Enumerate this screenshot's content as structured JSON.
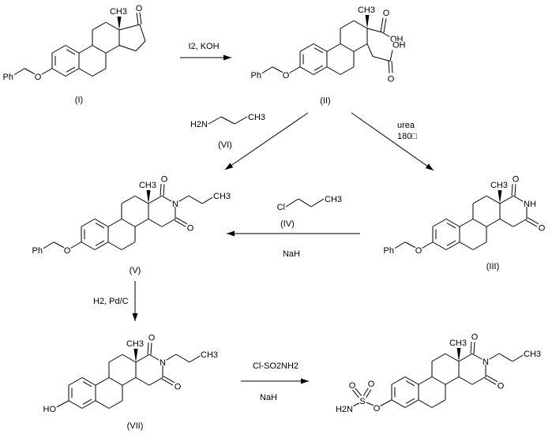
{
  "compounds": {
    "I": {
      "label": "(I)",
      "substituent": "Ph",
      "ether_o": "O",
      "methyl": "CH3",
      "keto_o": "O"
    },
    "II": {
      "label": "(II)",
      "substituent": "Ph",
      "ether_o": "O",
      "methyl": "CH3",
      "acid1_o": "O",
      "acid1_oh": "OH",
      "acid2_oh": "OH",
      "acid2_o": "O"
    },
    "III": {
      "label": "(III)",
      "substituent": "Ph",
      "ether_o": "O",
      "methyl": "CH3",
      "imide_o1": "O",
      "nh": "NH",
      "imide_o2": "O"
    },
    "V": {
      "label": "(V)",
      "substituent": "Ph",
      "ether_o": "O",
      "methyl": "CH3",
      "imide_o1": "O",
      "n": "N",
      "imide_o2": "O",
      "propyl_ch3": "CH3"
    },
    "VII": {
      "label": "(VII)",
      "hydroxy": "HO",
      "methyl": "CH3",
      "imide_o1": "O",
      "n": "N",
      "imide_o2": "O",
      "propyl_ch3": "CH3"
    },
    "product": {
      "amine": "H2N",
      "sulfur": "S",
      "s_o1": "O",
      "s_o2": "O",
      "ester_o": "O",
      "methyl": "CH3",
      "imide_o1": "O",
      "n": "N",
      "imide_o2": "O",
      "propyl_ch3": "CH3"
    }
  },
  "reagents": {
    "VI": {
      "amine": "H2N",
      "ch3": "CH3",
      "label": "(VI)"
    },
    "IV": {
      "cl": "Cl",
      "ch3": "CH3",
      "label": "(IV)"
    }
  },
  "steps": {
    "step1": "I2, KOH",
    "urea": "urea",
    "temp": "180□",
    "nah1": "NaH",
    "hydrogenation": "H2, Pd/C",
    "sulfamoyl": "Cl-SO2NH2",
    "nah2": "NaH"
  }
}
